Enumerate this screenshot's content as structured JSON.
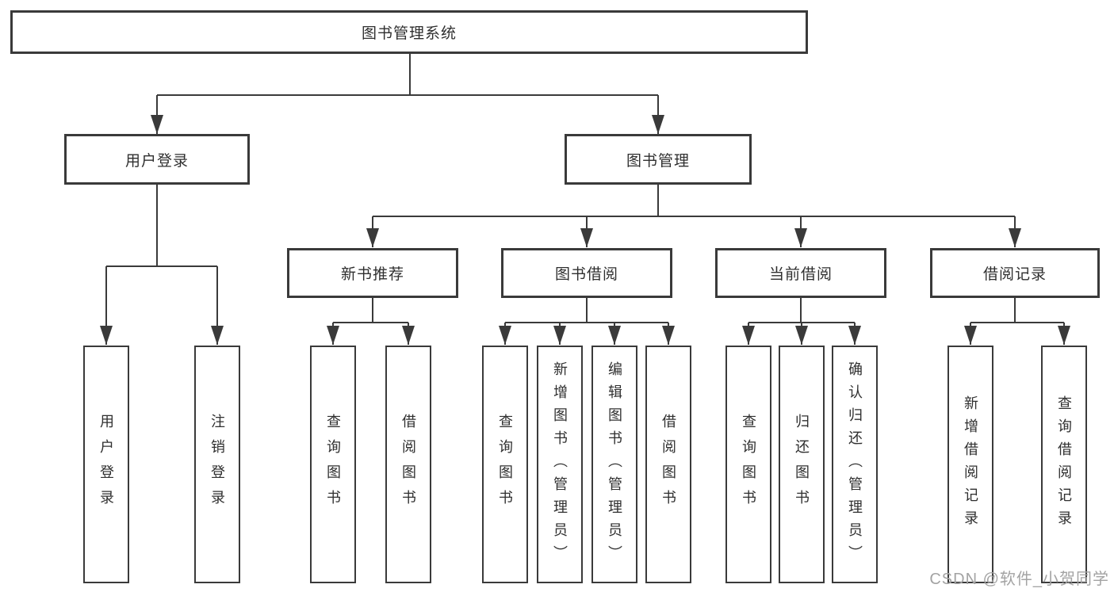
{
  "diagram": {
    "root": "图书管理系统",
    "level2": [
      "用户登录",
      "图书管理"
    ],
    "level3": [
      "新书推荐",
      "图书借阅",
      "当前借阅",
      "借阅记录"
    ],
    "leaves_user_login": [
      "用户登录",
      "注销登录"
    ],
    "leaves_new_book": [
      "查询图书",
      "借阅图书"
    ],
    "leaves_book_borrow": [
      "查询图书",
      "新增图书（管理员）",
      "编辑图书（管理员）",
      "借阅图书"
    ],
    "leaves_current_borrow": [
      "查询图书",
      "归还图书",
      "确认归还（管理员）"
    ],
    "leaves_borrow_record": [
      "新增借阅记录",
      "查询借阅记录"
    ]
  },
  "watermark": "CSDN @软件_小贺同学",
  "colors": {
    "line": "#3a3a3a",
    "box_border": "#3a3a3a",
    "text": "#2f2f2f",
    "watermark": "#a3a3a3",
    "background": "#ffffff"
  }
}
